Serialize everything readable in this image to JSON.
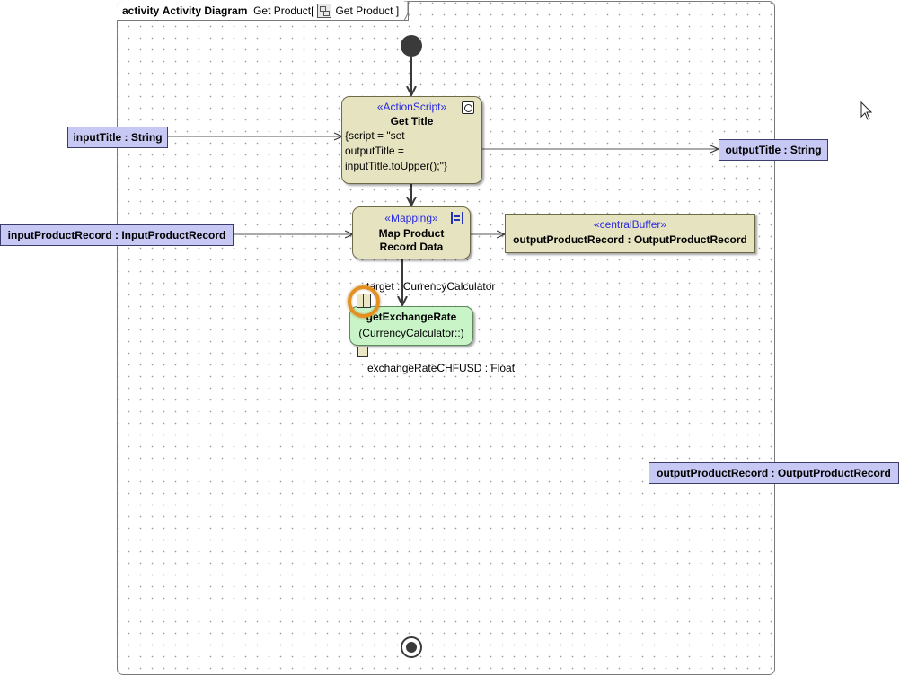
{
  "frame": {
    "kind": "activity",
    "name": "Activity Diagram",
    "context": "Get Product",
    "bracket_open": "[",
    "icon_label": "Get Product",
    "bracket_close": "]"
  },
  "pins": {
    "input_title": "inputTitle : String",
    "output_title": "outputTitle : String",
    "input_product_record": "inputProductRecord : InputProductRecord",
    "output_product_record_param": "outputProductRecord : OutputProductRecord"
  },
  "get_title": {
    "stereotype": "«ActionScript»",
    "name": "Get Title",
    "script_lines": [
      "{script = \"set",
      "outputTitle =",
      "inputTitle.toUpper();\"}"
    ]
  },
  "map_product": {
    "stereotype": "«Mapping»",
    "name_lines": [
      "Map Product",
      "Record Data"
    ]
  },
  "central_buffer": {
    "stereotype": "«centralBuffer»",
    "name": "outputProductRecord : OutputProductRecord"
  },
  "get_exchange_rate": {
    "name": "getExchangeRate",
    "owner": "(CurrencyCalculator::)",
    "target_pin_label": "target : CurrencyCalculator",
    "output_pin_label": "exchangeRateCHFUSD : Float"
  },
  "colors": {
    "pin_fill": "#c8c8f4",
    "action_fill": "#e6e3c0",
    "call_fill": "#c8f4c8",
    "stereotype_text": "#2a2ae0",
    "highlight": "#e3901e"
  }
}
